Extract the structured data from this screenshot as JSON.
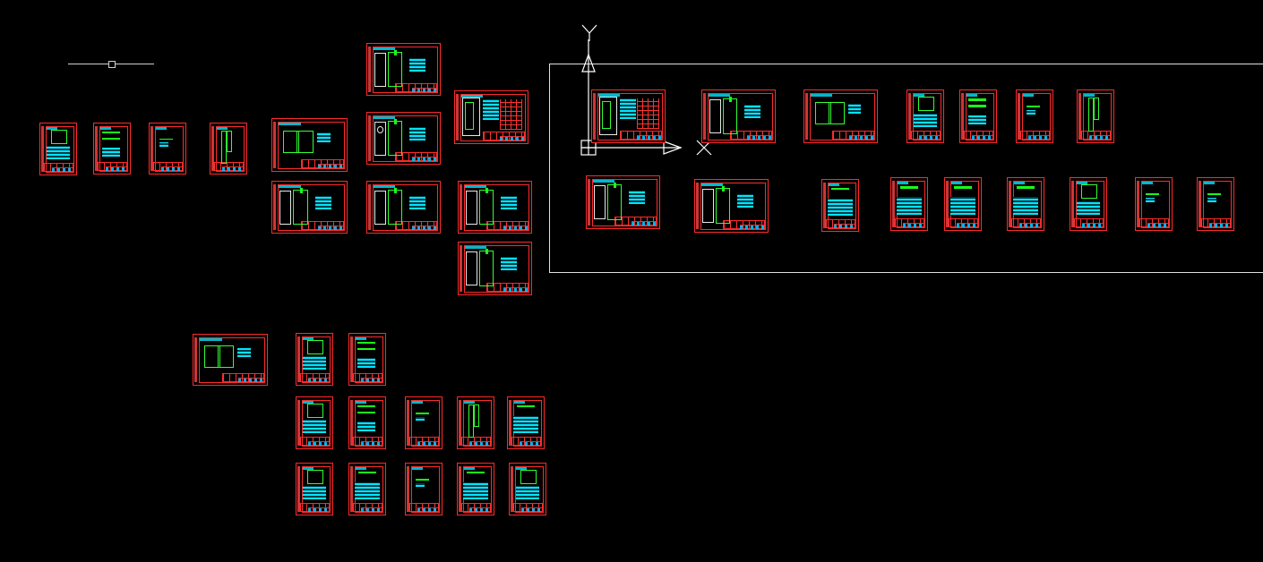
{
  "app": {
    "view": "model-space"
  },
  "ucs": {
    "y_label": "Y",
    "x_label": "X",
    "icon": "ucs-axis-icon"
  },
  "colors": {
    "background": "#000000",
    "frame_red": "#ff2a2a",
    "geometry_green": "#33ff33",
    "table_cyan": "#00e5ff",
    "linework_white": "#e8e8e8"
  },
  "drawing_sheets": [
    {
      "id": "s01",
      "kind": "small",
      "style": "table"
    },
    {
      "id": "s02",
      "kind": "small",
      "style": "green-detail"
    },
    {
      "id": "s03",
      "kind": "small",
      "style": "sparse"
    },
    {
      "id": "s04",
      "kind": "small",
      "style": "vertical"
    },
    {
      "id": "s05",
      "kind": "wide",
      "style": "window"
    },
    {
      "id": "s06",
      "kind": "wide",
      "style": "door"
    },
    {
      "id": "s07",
      "kind": "wide",
      "style": "door"
    },
    {
      "id": "s08",
      "kind": "wide",
      "style": "table-heavy"
    },
    {
      "id": "s09",
      "kind": "wide",
      "style": "door"
    },
    {
      "id": "s10",
      "kind": "wide",
      "style": "door"
    },
    {
      "id": "s11",
      "kind": "wide",
      "style": "door"
    },
    {
      "id": "s12",
      "kind": "wide",
      "style": "door"
    }
  ]
}
